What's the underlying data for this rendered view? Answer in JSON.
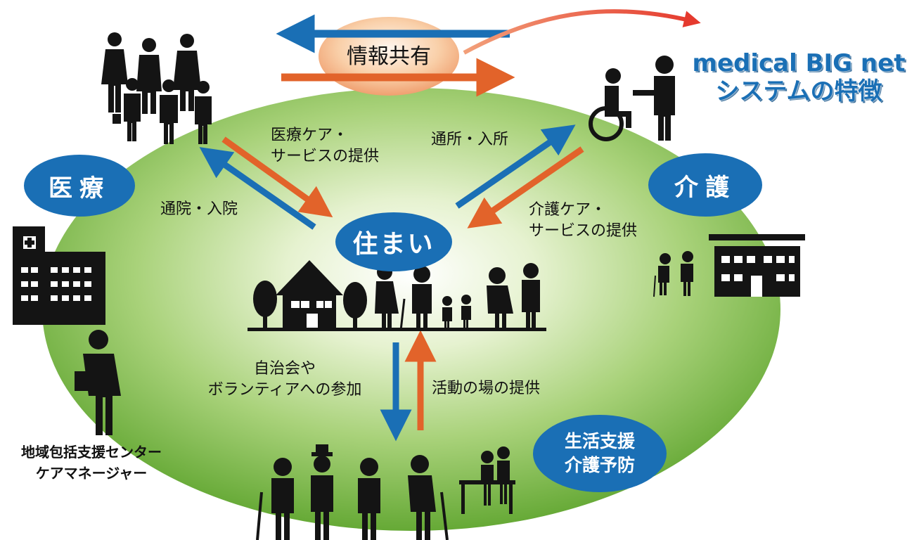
{
  "colors": {
    "field_center": "#ffffff",
    "field_mid": "#cfe6a8",
    "field_edge": "#6fb13a",
    "accent_blue": "#1a6fb5",
    "accent_orange": "#e2632a",
    "arrow_red": "#e53a2e",
    "silhouette": "#141414"
  },
  "info_sharing": {
    "label": "情報共有"
  },
  "brand": {
    "line1": "medical BIG net",
    "line2": "システムの特徴"
  },
  "nodes": {
    "medical": "医療",
    "care": "介護",
    "home": "住まい",
    "support": {
      "line1": "生活支援",
      "line2": "介護予防"
    }
  },
  "flows": {
    "medical_care_service": {
      "line1": "医療ケア・",
      "line2": "サービスの提供"
    },
    "hospital_visit": "通院・入院",
    "facility_visit": "通所・入所",
    "care_service": {
      "line1": "介護ケア・",
      "line2": "サービスの提供"
    },
    "community_participation": {
      "line1": "自治会や",
      "line2": "ボランティアへの参加"
    },
    "activity_place": "活動の場の提供"
  },
  "community_center": {
    "line1": "地域包括支援センター",
    "line2": "ケアマネージャー"
  },
  "icons": [
    "medical-staff-icon",
    "hospital-building-icon",
    "wheelchair-caregiver-icon",
    "care-facility-icon",
    "elderly-pair-icon",
    "house-icon",
    "tree-icon",
    "family-icon",
    "care-manager-icon",
    "elderly-group-icon",
    "rehab-support-icon"
  ]
}
